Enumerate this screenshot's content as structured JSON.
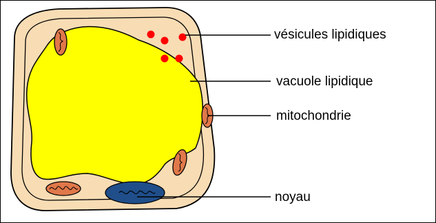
{
  "labels": {
    "vesicles": "vésicules lipidiques",
    "vacuole": "vacuole lipidique",
    "mitochondria": "mitochondrie",
    "nucleus": "noyau"
  },
  "colors": {
    "background": "#ffffff",
    "cytoplasm": "#f8dcb4",
    "vacuole": "#ffff00",
    "vesicle": "#ff0000",
    "mitochondrion": "#e0784a",
    "nucleus": "#1f4e8a",
    "outline": "#000000"
  }
}
